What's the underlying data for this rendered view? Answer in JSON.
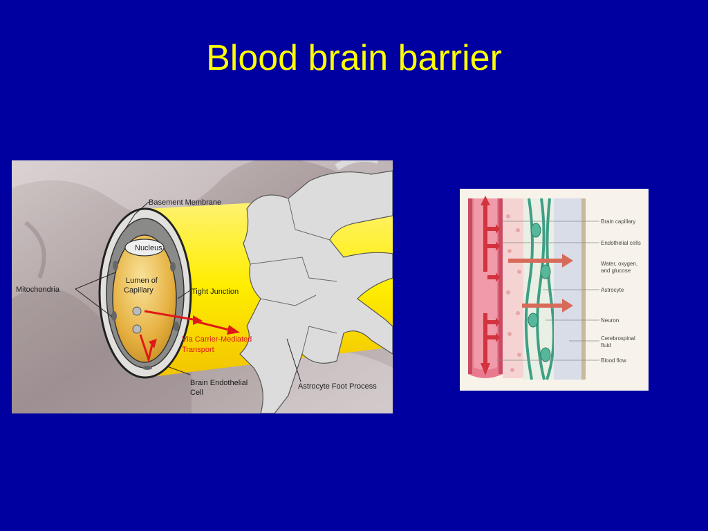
{
  "slide": {
    "title": "Blood brain barrier"
  },
  "left_figure": {
    "labels": {
      "basement_membrane": "Basement Membrane",
      "nucleus": "Nucleus",
      "mitochondria": "Mitochondria",
      "lumen_line1": "Lumen of",
      "lumen_line2": "Capillary",
      "tight_junction": "Tight Junction",
      "carrier_line1": "Via Carrier-Mediated",
      "carrier_line2": "Transport",
      "endothelial_line1": "Brain Endothelial",
      "endothelial_line2": "Cell",
      "astrocyte_foot": "Astrocyte Foot Process"
    }
  },
  "right_figure": {
    "labels": {
      "brain_capillary": "Brain capillary",
      "endothelial_cells": "Endothelial cells",
      "water_line1": "Water, oxygen,",
      "water_line2": "and glucose",
      "astrocyte": "Astrocyte",
      "neuron": "Neuron",
      "csf_line1": "Cerebrospinal",
      "csf_line2": "fluid",
      "blood_flow": "Blood flow"
    }
  },
  "colors": {
    "background": "#0000a0",
    "title": "#ffff00",
    "carrier_label": "#e01818"
  }
}
